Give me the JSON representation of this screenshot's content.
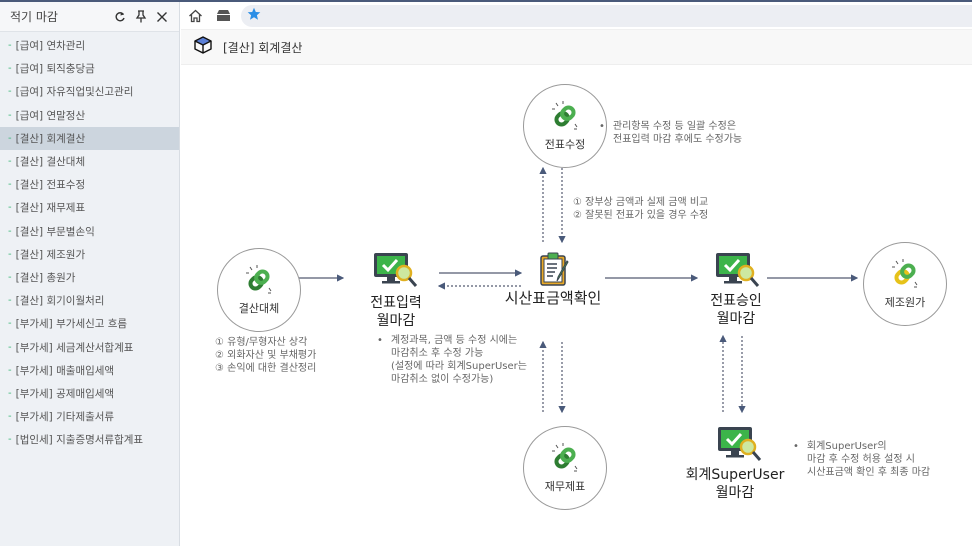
{
  "sidebar": {
    "title": "적기 마감",
    "tools": {
      "refresh": "refresh-icon",
      "pin": "pin-icon",
      "close": "close-icon"
    },
    "items": [
      {
        "label": "[급여] 연차관리",
        "active": false
      },
      {
        "label": "[급여] 퇴직충당금",
        "active": false
      },
      {
        "label": "[급여] 자유직업및신고관리",
        "active": false
      },
      {
        "label": "[급여] 연말정산",
        "active": false
      },
      {
        "label": "[결산] 회계결산",
        "active": true
      },
      {
        "label": "[결산] 결산대체",
        "active": false
      },
      {
        "label": "[결산] 전표수정",
        "active": false
      },
      {
        "label": "[결산] 재무제표",
        "active": false
      },
      {
        "label": "[결산] 부문별손익",
        "active": false
      },
      {
        "label": "[결산] 제조원가",
        "active": false
      },
      {
        "label": "[결산] 총원가",
        "active": false
      },
      {
        "label": "[결산] 회기이월처리",
        "active": false
      },
      {
        "label": "[부가세] 부가세신고 흐름",
        "active": false
      },
      {
        "label": "[부가세] 세금계산서합계표",
        "active": false
      },
      {
        "label": "[부가세] 매출매입세액",
        "active": false
      },
      {
        "label": "[부가세] 공제매입세액",
        "active": false
      },
      {
        "label": "[부가세] 기타제출서류",
        "active": false
      },
      {
        "label": "[법인세] 지출증명서류합계표",
        "active": false
      }
    ]
  },
  "tabs": {
    "home": "home-icon",
    "store": "store-icon",
    "favorite": "star-icon"
  },
  "page": {
    "title": "[결산] 회계결산",
    "icon": "cube-icon"
  },
  "diagram": {
    "settlement_transfer": {
      "label": "결산대체",
      "notes": [
        "① 유형/무형자산 상각",
        "② 외화자산 및 부채평가",
        "③ 손익에 대한 결산정리"
      ]
    },
    "voucher_input_close": {
      "label_line1": "전표입력",
      "label_line2": "월마감",
      "notes": [
        "계정과목, 금액 등 수정 시에는",
        "마감취소 후 수정 가능",
        "(설정에 따라 회계SuperUser는",
        " 마감취소 없이 수정가능)"
      ]
    },
    "trial_balance_check": {
      "label": "시산표금액확인"
    },
    "voucher_edit": {
      "label": "전표수정",
      "notes": [
        "관리항목 수정 등 일괄 수정은",
        "전표입력 마감 후에도 수정가능"
      ]
    },
    "compare_notes": [
      "① 장부상 금액과 실제 금액 비교",
      "② 잘못된 전표가 있을 경우 수정"
    ],
    "financial_statements": {
      "label": "재무제표"
    },
    "voucher_approval_close": {
      "label_line1": "전표승인",
      "label_line2": "월마감"
    },
    "manufacturing_cost": {
      "label": "제조원가"
    },
    "superuser_close": {
      "label_line1": "회계SuperUser",
      "label_line2": "월마감",
      "notes": [
        "회계SuperUser의",
        "마감 후 수정 허용 설정 시",
        "시산표금액 확인 후 최종 마감"
      ]
    }
  }
}
